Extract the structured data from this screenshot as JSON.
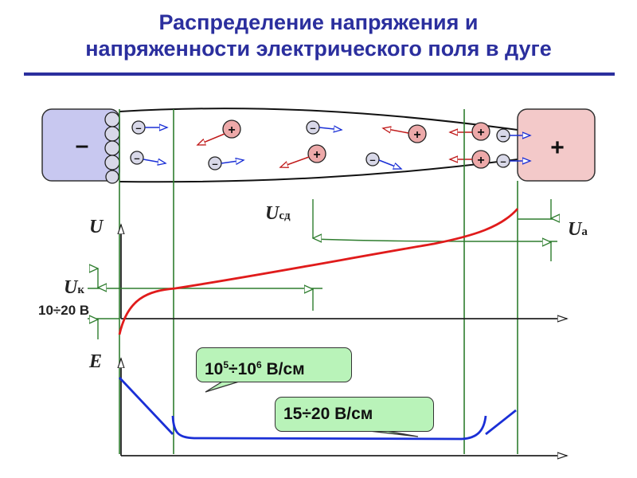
{
  "title": {
    "line1": "Распределение напряжения и",
    "line2": "напряженности электрического поля в дуге"
  },
  "electrodes": {
    "cathode_label": "–",
    "anode_label": "+"
  },
  "ion_label": "+",
  "electron_label": "–",
  "graph_labels": {
    "u_axis": "U",
    "e_axis": "E",
    "u_cd": "U",
    "u_cd_sub": "сд",
    "u_a": "U",
    "u_a_sub": "а",
    "u_k": "U",
    "u_k_sub": "к",
    "u_k_value": "10÷20 В"
  },
  "callouts": {
    "field_base": "10",
    "field_exp1": "5",
    "field_mid": "÷10",
    "field_exp2": "6",
    "field_unit": " В/см",
    "column_field": "15÷20 В/см"
  },
  "colors": {
    "title": "#2b2f9e",
    "voltage_curve": "#e01b1b",
    "field_curve": "#1a2fd6",
    "guide_lines": "#2e7d2e",
    "cathode_fill": "#c8c8f0",
    "anode_fill": "#f3c9c9",
    "callout_fill": "#b9f3b9"
  }
}
